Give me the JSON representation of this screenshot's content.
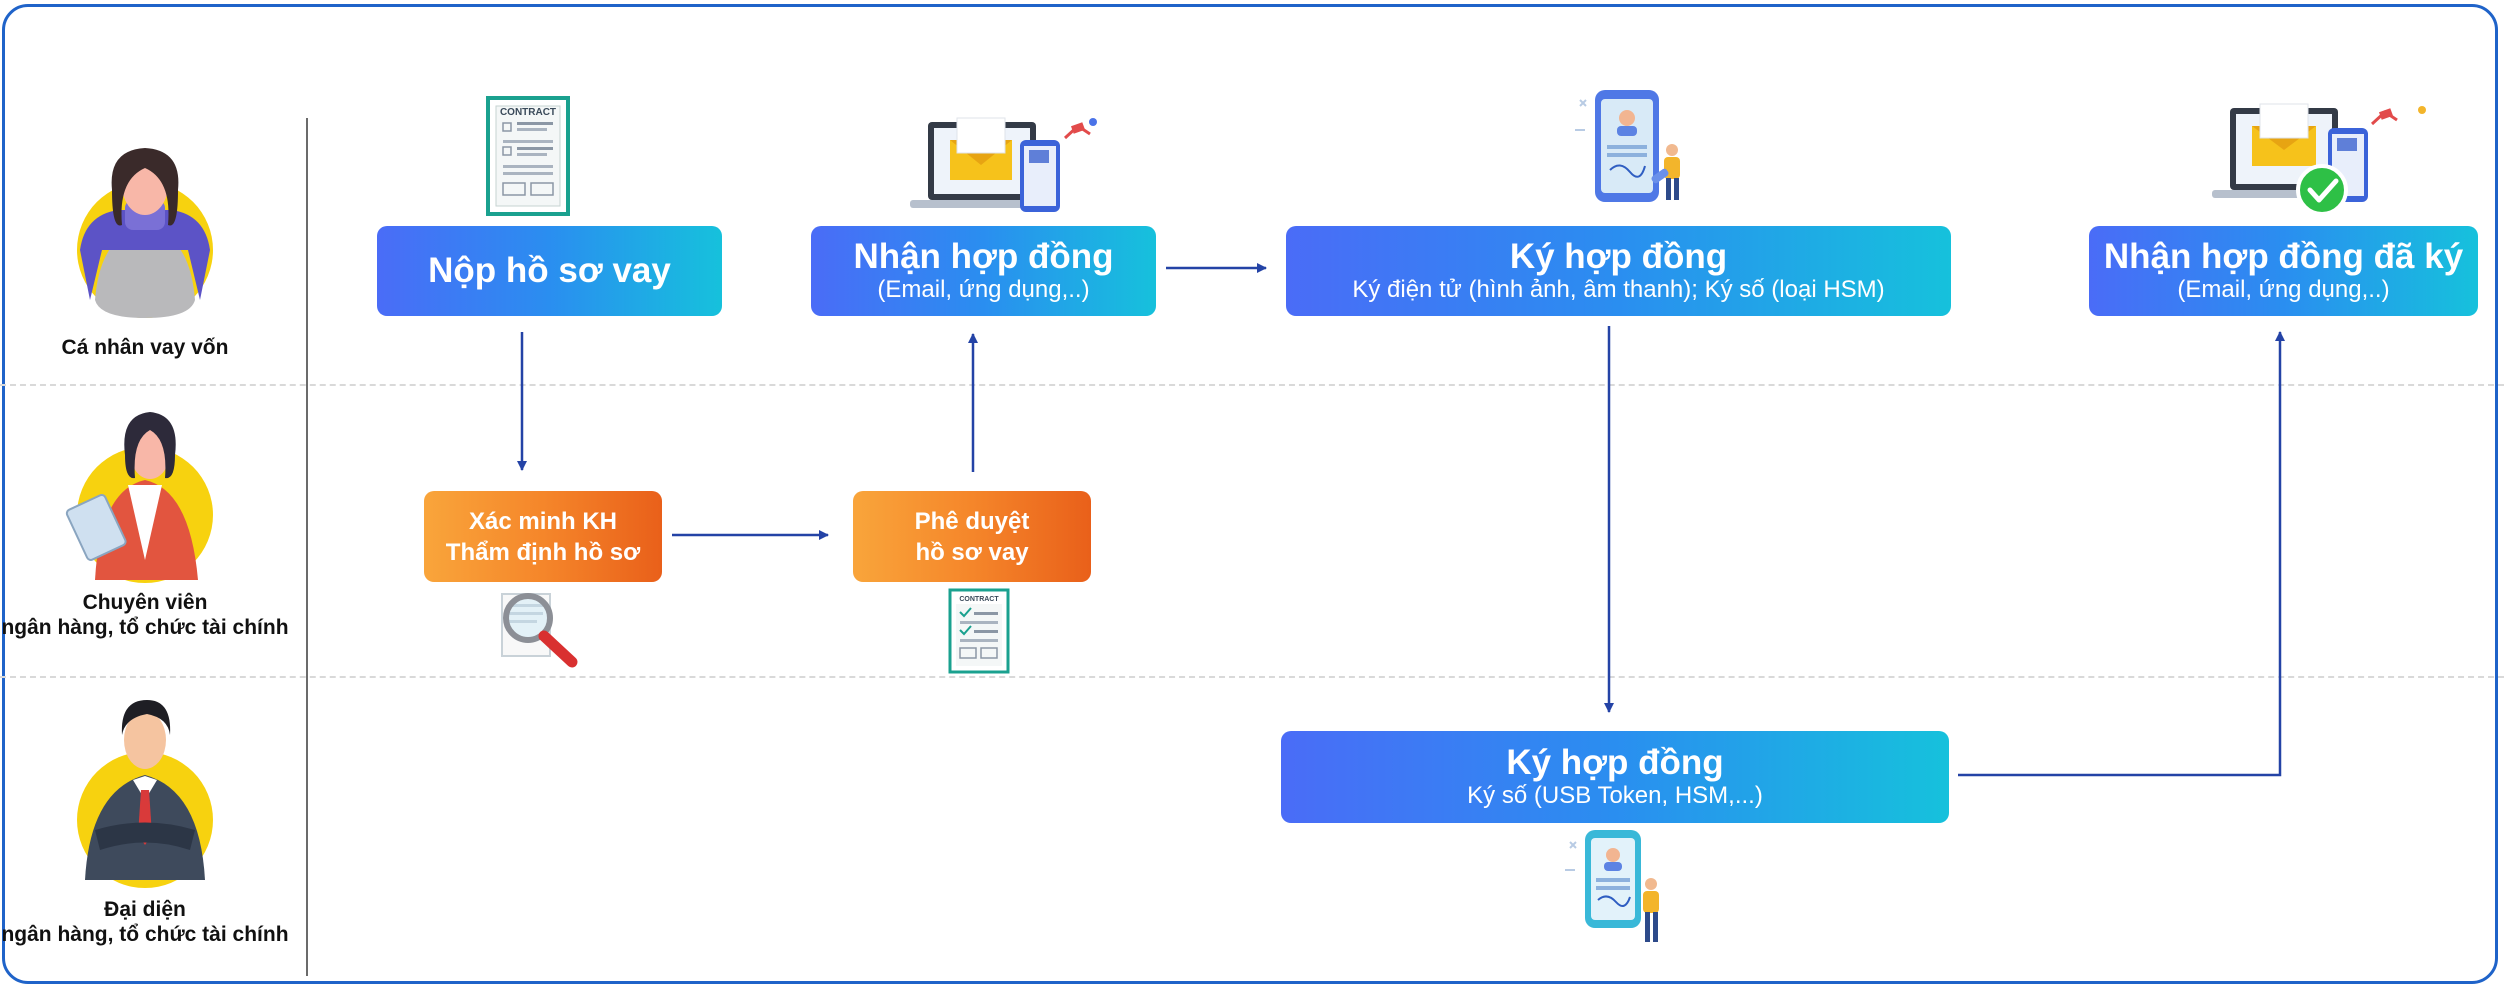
{
  "actors": [
    {
      "line1": "Cá nhân vay vốn",
      "line2": ""
    },
    {
      "line1": "Chuyên viên",
      "line2": "ngân hàng, tổ chức tài chính"
    },
    {
      "line1": "Đại diện",
      "line2": "ngân hàng, tổ chức tài chính"
    }
  ],
  "steps": {
    "submit": {
      "title": "Nộp hồ sơ vay"
    },
    "receive": {
      "title": "Nhận hợp đồng",
      "subtitle": "(Email, ứng dụng,..)"
    },
    "sign_customer": {
      "title": "Ký hợp đồng",
      "subtitle": "Ký điện tử (hình ảnh, âm thanh); Ký số (loại HSM)"
    },
    "receive_signed": {
      "title": "Nhận hợp đồng đã ký",
      "subtitle": "(Email, ứng dụng,..)"
    },
    "verify": {
      "line1": "Xác minh KH",
      "line2": "Thẩm định hồ sơ"
    },
    "approve": {
      "line1": "Phê duyệt",
      "line2": "hồ sơ vay"
    },
    "sign_bank": {
      "title": "Ký hợp đồng",
      "subtitle": "Ký số (USB Token, HSM,...)"
    }
  },
  "icons": {
    "contract_label": "CONTRACT"
  },
  "colors": {
    "frame": "#1f63c9",
    "arrow": "#2443a6",
    "blue_start": "#4a6cf7",
    "blue_end": "#16c1dc",
    "orange_start": "#f9a53b",
    "orange_end": "#e9601a",
    "avatar_bg": "#f7d20f"
  }
}
